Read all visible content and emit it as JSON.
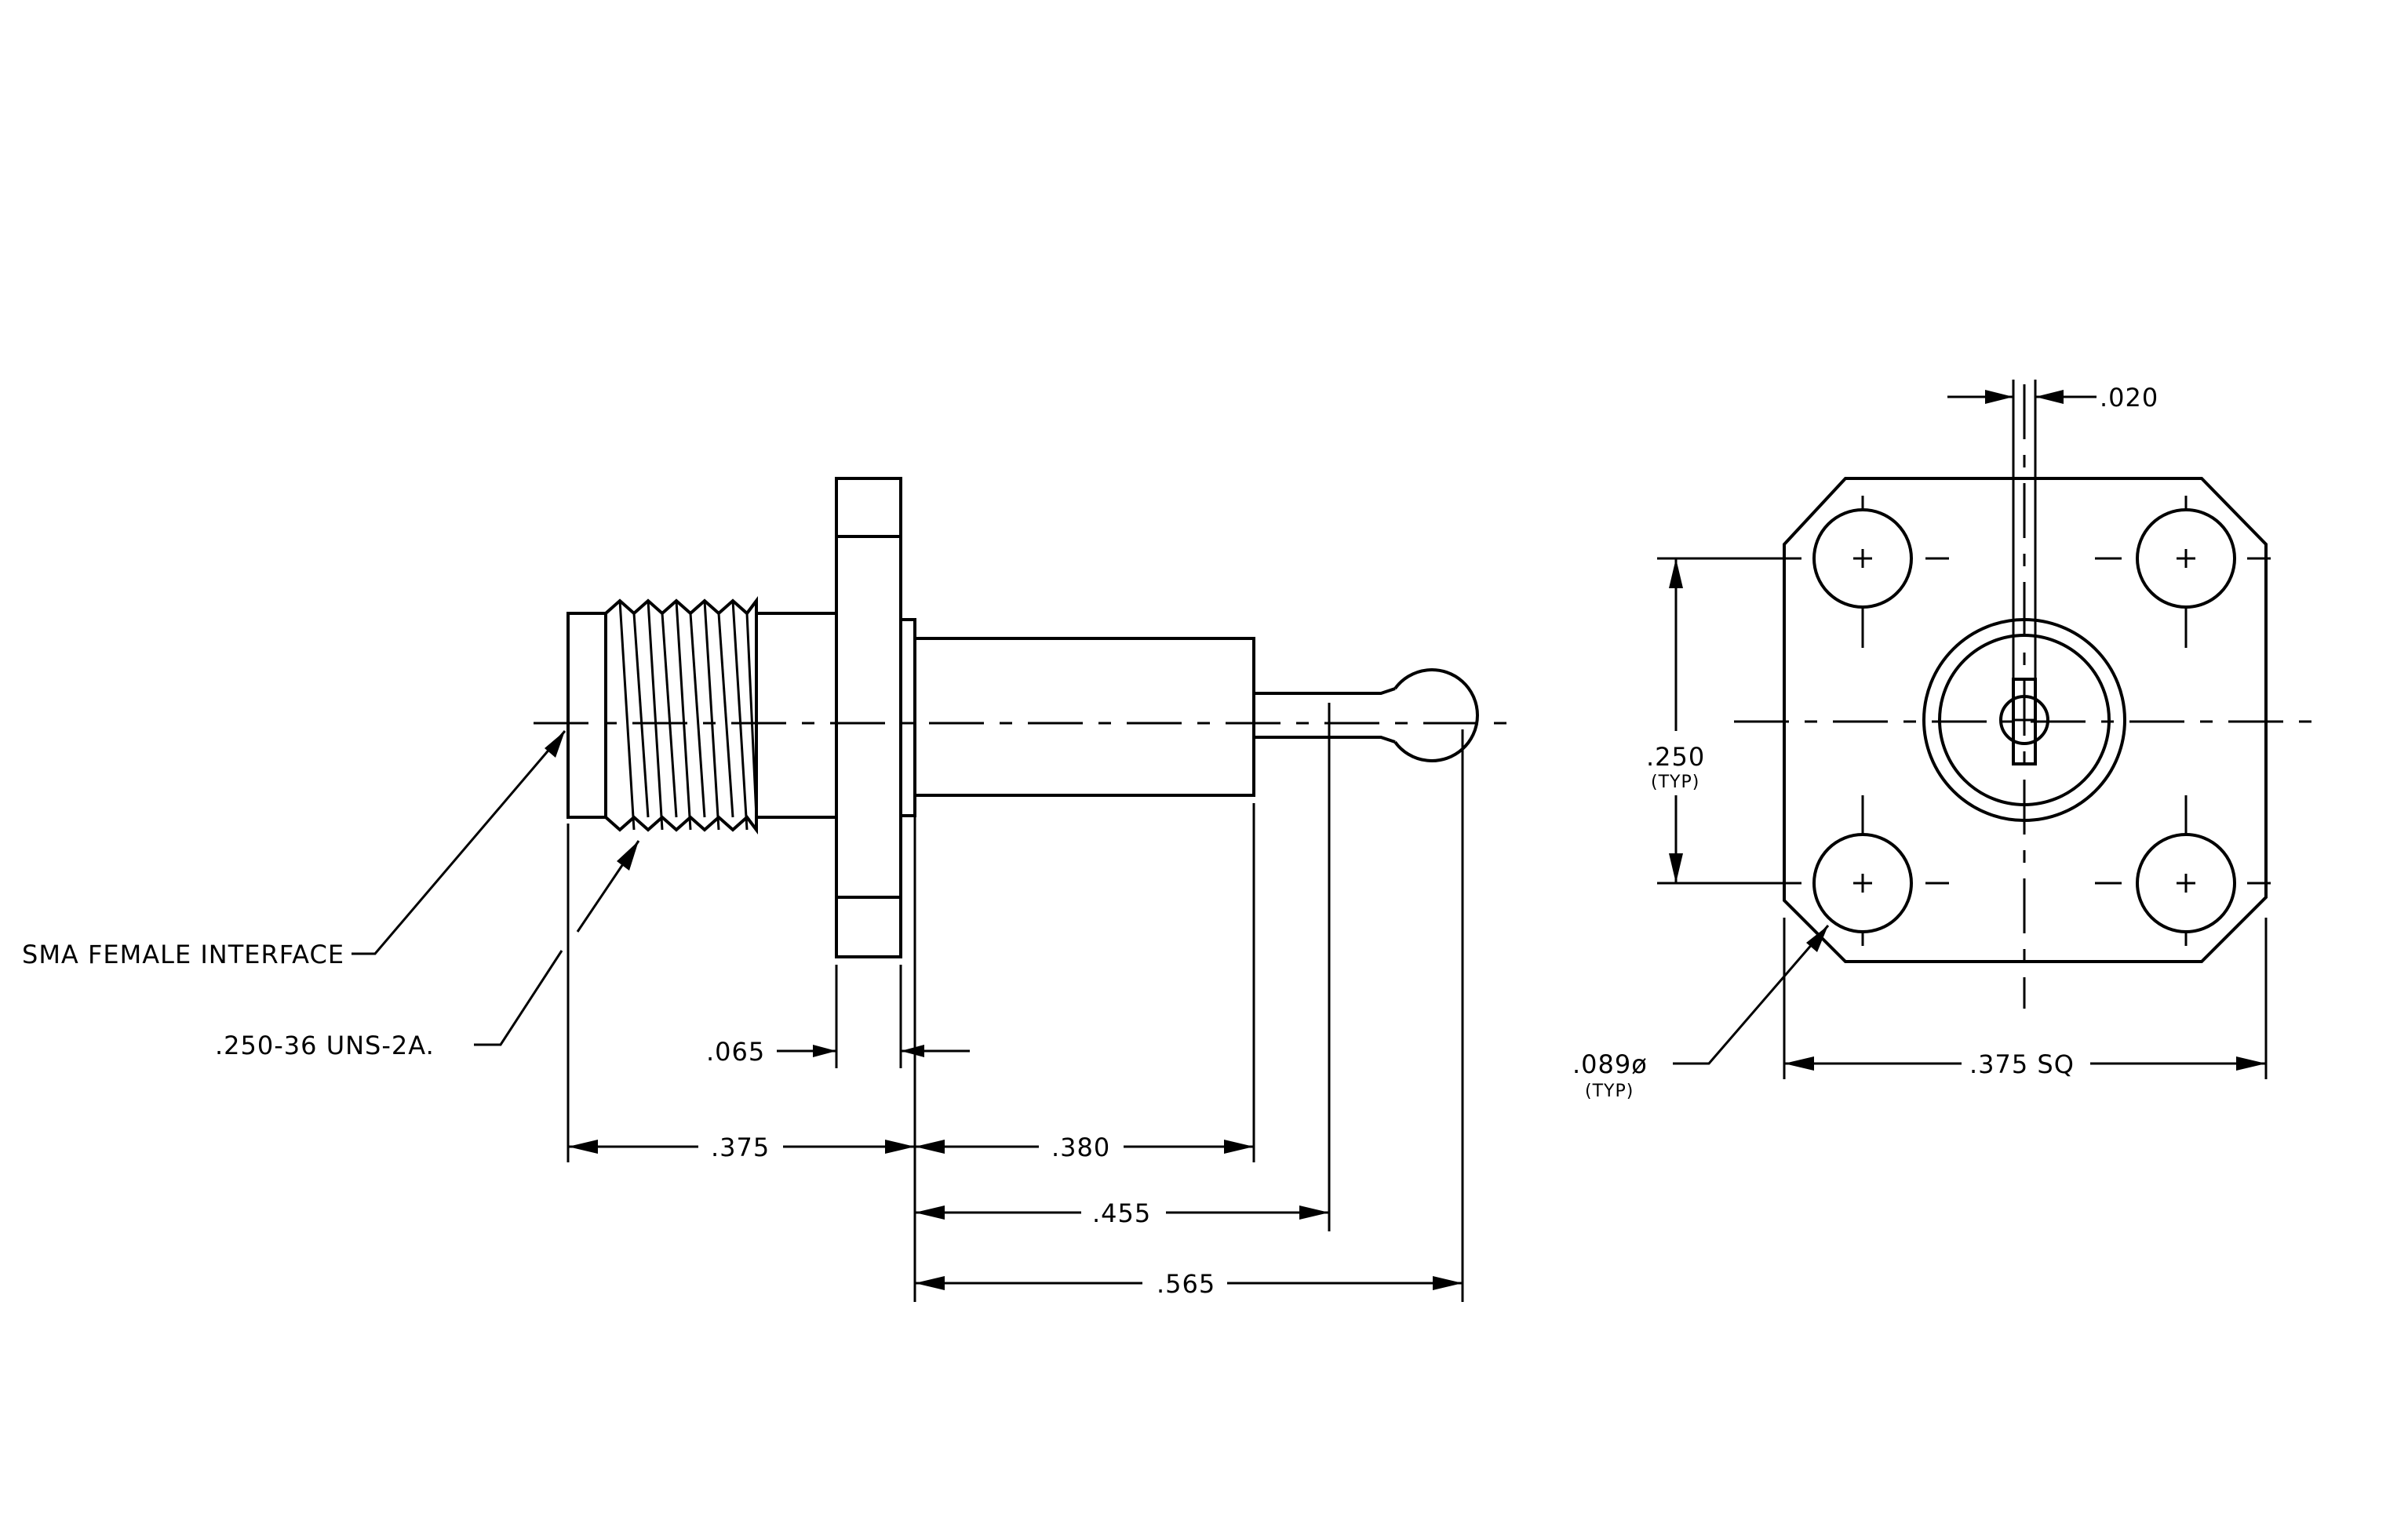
{
  "side_view": {
    "callouts": {
      "interface": "SMA FEMALE INTERFACE",
      "thread": ".250-36 UNS-2A."
    },
    "dimensions": {
      "flange_thickness": ".065",
      "front_length": ".375",
      "body_length": ".380",
      "pin_shoulder": ".455",
      "overall_rear": ".565"
    }
  },
  "front_view": {
    "dimensions": {
      "pin_width": ".020",
      "hole_spacing": ".250",
      "hole_spacing_note": "(TYP)",
      "hole_diameter": ".089ø",
      "hole_diameter_note": "(TYP)",
      "flange_square": ".375 SQ"
    }
  }
}
